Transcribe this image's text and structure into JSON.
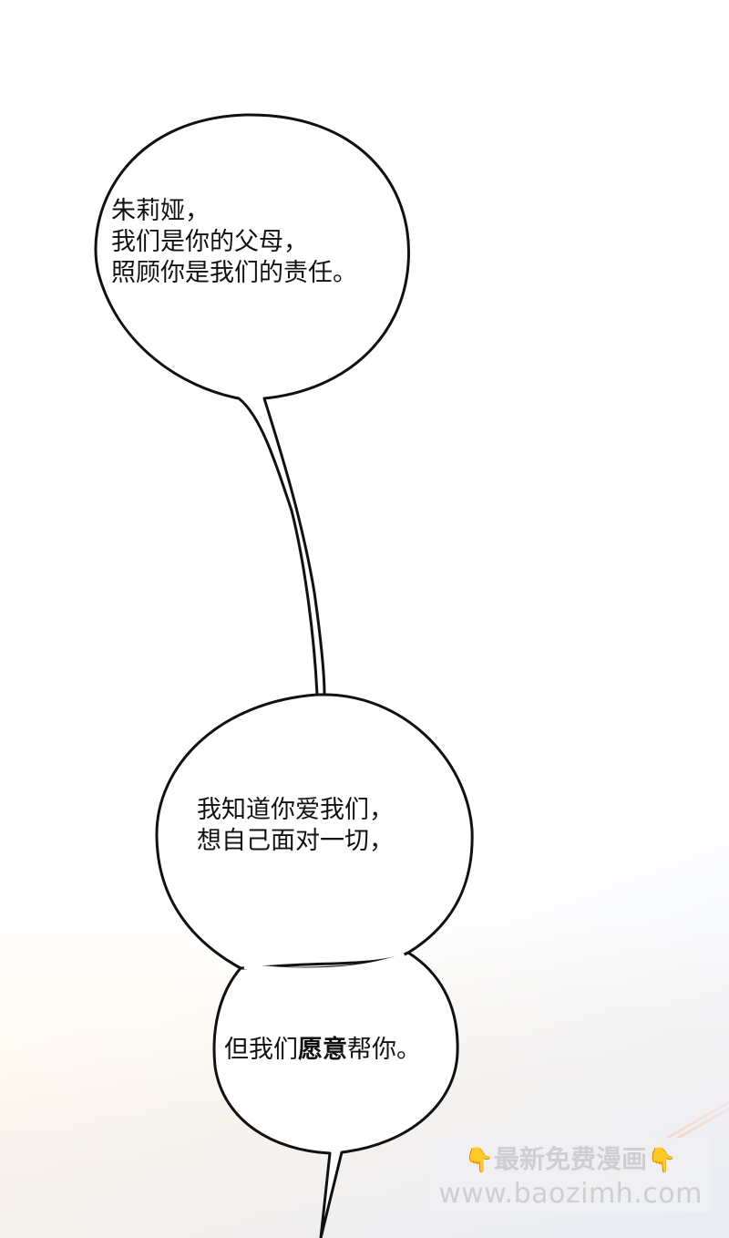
{
  "page": {
    "type": "comic-panel",
    "background_color": "#ffffff",
    "accent_warm": "#fdf3e6",
    "accent_cool": "#e6ebf5"
  },
  "bubbles": [
    {
      "id": "bubble-1",
      "lines": [
        "朱莉娅，",
        "我们是你的父母，",
        "照顾你是我们的责任。"
      ]
    },
    {
      "id": "bubble-2",
      "lines": [
        "我知道你爱我们，",
        "想自己面对一切，"
      ]
    },
    {
      "id": "bubble-3",
      "parts": [
        {
          "text": "但我们",
          "bold": false
        },
        {
          "text": "愿意",
          "bold": true
        },
        {
          "text": "帮你。",
          "bold": false
        }
      ]
    }
  ],
  "watermark": {
    "left_icon": "pointing-down-hand-icon",
    "title": "最新免费漫画",
    "right_icon": "pointing-down-hand-icon",
    "hand_glyph": "👇",
    "url": "www.baozimh.com",
    "text_color": "#cfcfd2",
    "hand_color": "#f2b320"
  }
}
